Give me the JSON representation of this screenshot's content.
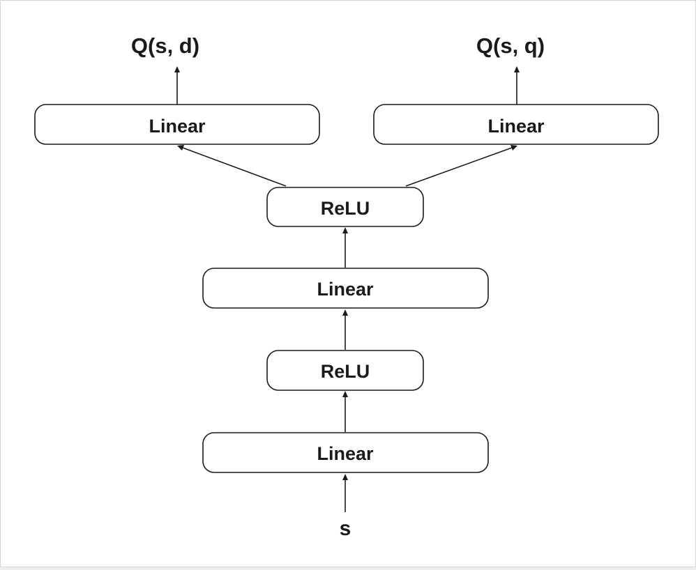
{
  "diagram": {
    "input_label": "s",
    "output_left_label": "Q(s, d)",
    "output_right_label": "Q(s, q)",
    "layers": {
      "linear_1": "Linear",
      "relu_1": "ReLU",
      "linear_2": "Linear",
      "relu_2": "ReLU",
      "linear_head_left": "Linear",
      "linear_head_right": "Linear"
    }
  }
}
